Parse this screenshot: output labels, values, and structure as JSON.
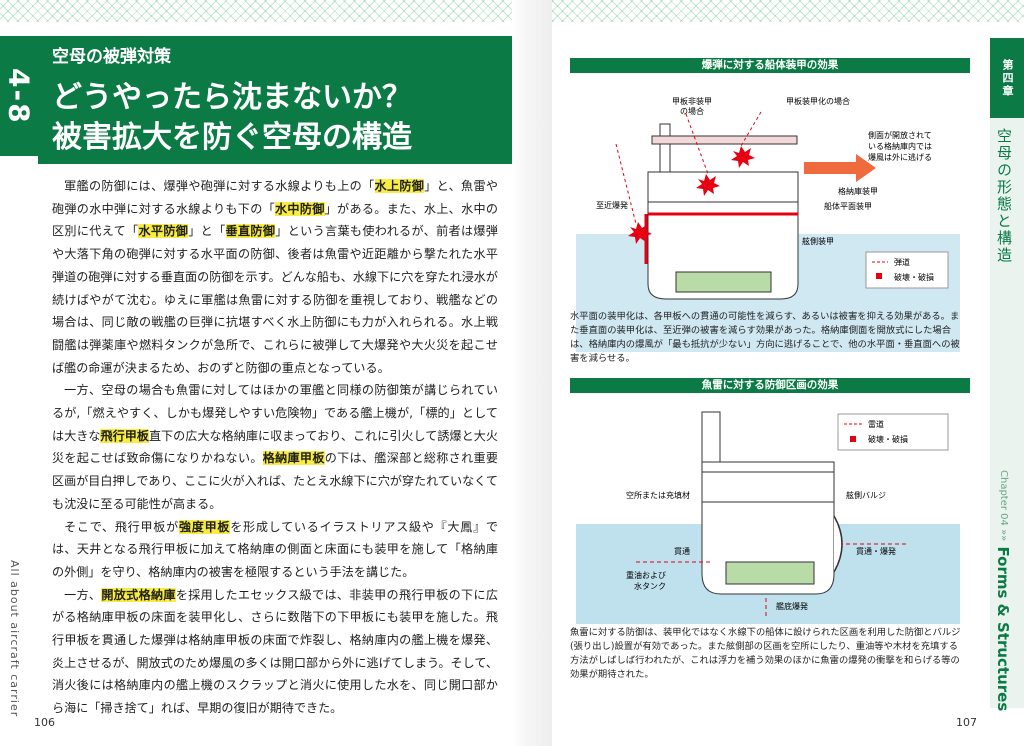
{
  "left_page": {
    "chapter_label": "4-8",
    "subtitle": "空母の被弾対策",
    "title_line1": "どうやったら沈まないか？",
    "title_line2": "被害拡大を防ぐ空母の構造",
    "paragraphs": [
      [
        {
          "t": "軍艦の防御には、爆弾や砲弾に対する水線よりも上の「"
        },
        {
          "t": "水上防御",
          "hl": true
        },
        {
          "t": "」と、魚雷や砲弾の水中弾に対する水線よりも下の「"
        },
        {
          "t": "水中防御",
          "hl": true
        },
        {
          "t": "」がある。また、水上、水中の区別に代えて「"
        },
        {
          "t": "水平防御",
          "hl": true
        },
        {
          "t": "」と「"
        },
        {
          "t": "垂直防御",
          "hl": true
        },
        {
          "t": "」という言葉も使われるが、前者は爆弾や大落下角の砲弾に対する水平面の防御、後者は魚雷や近距離から撃たれた水平弾道の砲弾に対する垂直面の防御を示す。どんな船も、水線下に穴を穿たれ浸水が続けばやがて沈む。ゆえに軍艦は魚雷に対する防御を重視しており、戦艦などの場合は、同じ敵の戦艦の巨弾に抗堪すべく水上防御にも力が入れられる。水上戦闘艦は弾薬庫や燃料タンクが急所で、これらに被弾して大爆発や大火災を起こせば艦の命運が決まるため、おのずと防御の重点となっている。"
        }
      ],
      [
        {
          "t": "一方、空母の場合も魚雷に対してはほかの軍艦と同様の防御策が講じられているが,「燃えやすく、しかも爆発しやすい危険物」である艦上機が,「標的」としては大きな"
        },
        {
          "t": "飛行甲板",
          "hl": true
        },
        {
          "t": "直下の広大な格納庫に収まっており、これに引火して誘爆と大火災を起こせば致命傷になりかねない。"
        },
        {
          "t": "格納庫甲板",
          "hl": true
        },
        {
          "t": "の下は、艦深部と総称され重要区画が目白押しであり、ここに火が入れば、たとえ水線下に穴が穿たれていなくても沈没に至る可能性が高まる。"
        }
      ],
      [
        {
          "t": "そこで、飛行甲板が"
        },
        {
          "t": "強度甲板",
          "hl": true
        },
        {
          "t": "を形成しているイラストリアス級や『大鳳』では、天井となる飛行甲板に加えて格納庫の側面と床面にも装甲を施して「格納庫の外側」を守り、格納庫内の被害を極限するという手法を講じた。"
        }
      ],
      [
        {
          "t": "一方、"
        },
        {
          "t": "開放式格納庫",
          "hl": true
        },
        {
          "t": "を採用したエセックス級では、非装甲の飛行甲板の下に広がる格納庫甲板の床面を装甲化し、さらに数階下の下甲板にも装甲を施した。飛行甲板を貫通した爆弾は格納庫甲板の床面で炸裂し、格納庫内の艦上機を爆発、炎上させるが、開放式のため爆風の多くは開口部から外に逃げてしまう。そして、消火後には格納庫内の艦上機のスクラップと消火に使用した水を、同じ開口部から海に「掃き捨て」れば、早期の復旧が期待できた。"
        }
      ]
    ],
    "vertical_footer": "All about aircraft carrier",
    "page_number": "106"
  },
  "right_page": {
    "chapter_tab": "第四章",
    "side_title_jp": "空母の形態と構造",
    "side_title_en_sub": "Chapter 04 »»",
    "side_title_en": "Forms & Structures",
    "page_number": "107",
    "figure1": {
      "title": "爆弾に対する船体装甲の効果",
      "labels": {
        "unarmored": "甲板非装甲",
        "unarmored2": "の場合",
        "armored": "甲板装甲化の場合",
        "open_side1": "側面が開放されて",
        "open_side2": "いる格納庫内では",
        "open_side3": "爆風は外に逃げる",
        "hangar_armor": "格納庫装甲",
        "hull_flat_armor": "船体平面装甲",
        "near_miss": "至近爆発",
        "side_armor": "舷側装甲",
        "legend_trajectory": "弾道",
        "legend_damage": "破壊・破損"
      },
      "caption": "水平面の装甲化は、各甲板への貫通の可能性を減らす、あるいは被害を抑える効果がある。また垂直面の装甲化は、至近弾の被害を減らす効果があった。格納庫側面を開放式にした場合は、格納庫内の爆風が「最も抵抗が少ない」方向に逃げることで、他の水平面・垂直面への被害を減らせる。"
    },
    "figure2": {
      "title": "魚雷に対する防御区画の効果",
      "labels": {
        "legend_torpedo": "雷道",
        "legend_damage": "破壊・破損",
        "void_fill": "空所または充填材",
        "bulge": "舷側バルジ",
        "penetration": "貫通",
        "penetration_explosion": "貫通・爆発",
        "oil_water1": "重油および",
        "oil_water2": "水タンク",
        "bottom_explosion": "艦底爆発"
      },
      "caption": "魚雷に対する防御は、装甲化ではなく水線下の船体に設けられた区画を利用した防御とバルジ(張り出し)設置が有効であった。また舷側部の区画を空所にしたり、重油等や木材を充填する方法がしばしば行われたが、これは浮力を補う効果のほかに魚雷の爆発の衝撃を和らげる等の効果が期待された。"
    },
    "colors": {
      "brand_green": "#0b7a45",
      "highlight": "#f7ec3f",
      "sea_blue": "#7fc6e0",
      "fill_green": "#b9dba8",
      "damage_red": "#e60012"
    }
  }
}
